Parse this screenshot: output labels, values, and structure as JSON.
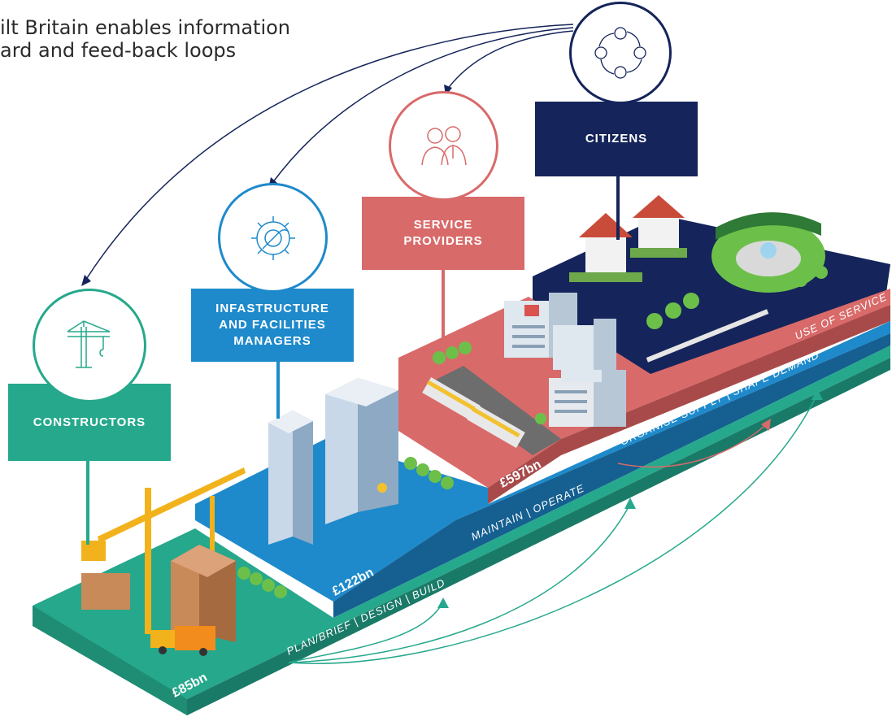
{
  "headline": {
    "line1": "ilt Britain enables information",
    "line2": "ard and feed-back loops"
  },
  "stakeholders": [
    {
      "key": "constructors",
      "lines": [
        "CONSTRUCTORS"
      ],
      "color": "#26a88c",
      "icon": "crane-icon"
    },
    {
      "key": "infrastructure",
      "lines": [
        "INFASTRUCTURE",
        "AND FACILITIES",
        "MANAGERS"
      ],
      "color": "#1e8acb",
      "icon": "gear-wrench-icon"
    },
    {
      "key": "service",
      "lines": [
        "SERVICE",
        "PROVIDERS"
      ],
      "color": "#d96a6a",
      "icon": "people-icon"
    },
    {
      "key": "citizens",
      "lines": [
        "CITIZENS"
      ],
      "color": "#15245a",
      "icon": "community-cycle-icon"
    }
  ],
  "values": {
    "constructors": "£85bn",
    "infrastructure": "£122bn",
    "service": "£597bn"
  },
  "stages": {
    "build": "PLAN/BRIEF | DESIGN | BUILD",
    "operate": "MAINTAIN | OPERATE",
    "supply": "ORGANISE SUPPLY | SHAPE DEMAND",
    "use": "USE OF SERVICE"
  },
  "colors": {
    "teal": "#26a88c",
    "blue": "#1e8acb",
    "coral": "#d96a6a",
    "navy": "#15245a",
    "darkTeal": "#1a7a68",
    "darkBlue": "#155f91",
    "darkCoral": "#a84a4a",
    "darkNavy": "#0c163a"
  }
}
